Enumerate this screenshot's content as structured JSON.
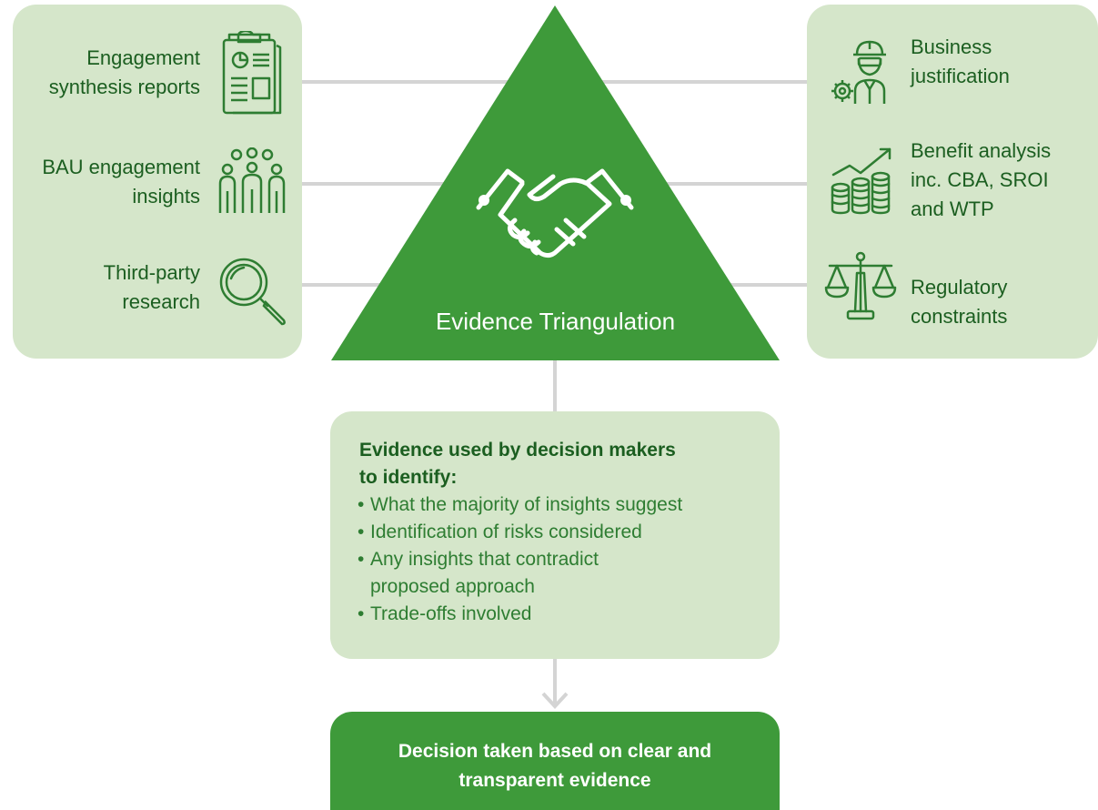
{
  "colors": {
    "panel_fill": "#d5e6ca",
    "triangle_fill": "#3e9a3a",
    "icon_stroke": "#2e7d32",
    "label_text": "#1b5e20",
    "connector": "#d4d4d4"
  },
  "left_sources": [
    {
      "label": "Engagement\nsynthesis reports",
      "icon": "report-clipboard-icon"
    },
    {
      "label": "BAU engagement\ninsights",
      "icon": "people-group-icon"
    },
    {
      "label": "Third-party\nresearch",
      "icon": "magnifying-glass-icon"
    }
  ],
  "right_sources": [
    {
      "label": "Business\njustification",
      "icon": "engineer-gear-icon"
    },
    {
      "label": "Benefit analysis\ninc. CBA, SROI\nand WTP",
      "icon": "coins-growth-chart-icon"
    },
    {
      "label": "Regulatory\nconstraints",
      "icon": "scales-icon"
    }
  ],
  "triangle": {
    "title": "Evidence Triangulation",
    "icon": "handshake-icon"
  },
  "evidence_box": {
    "heading": "Evidence used by decision makers to identify:",
    "items": [
      "What the majority of insights suggest",
      "Identification of risks considered",
      "Any insights that contradict proposed approach",
      "Trade-offs involved"
    ]
  },
  "decision": {
    "text": "Decision taken based on clear and transparent evidence"
  }
}
